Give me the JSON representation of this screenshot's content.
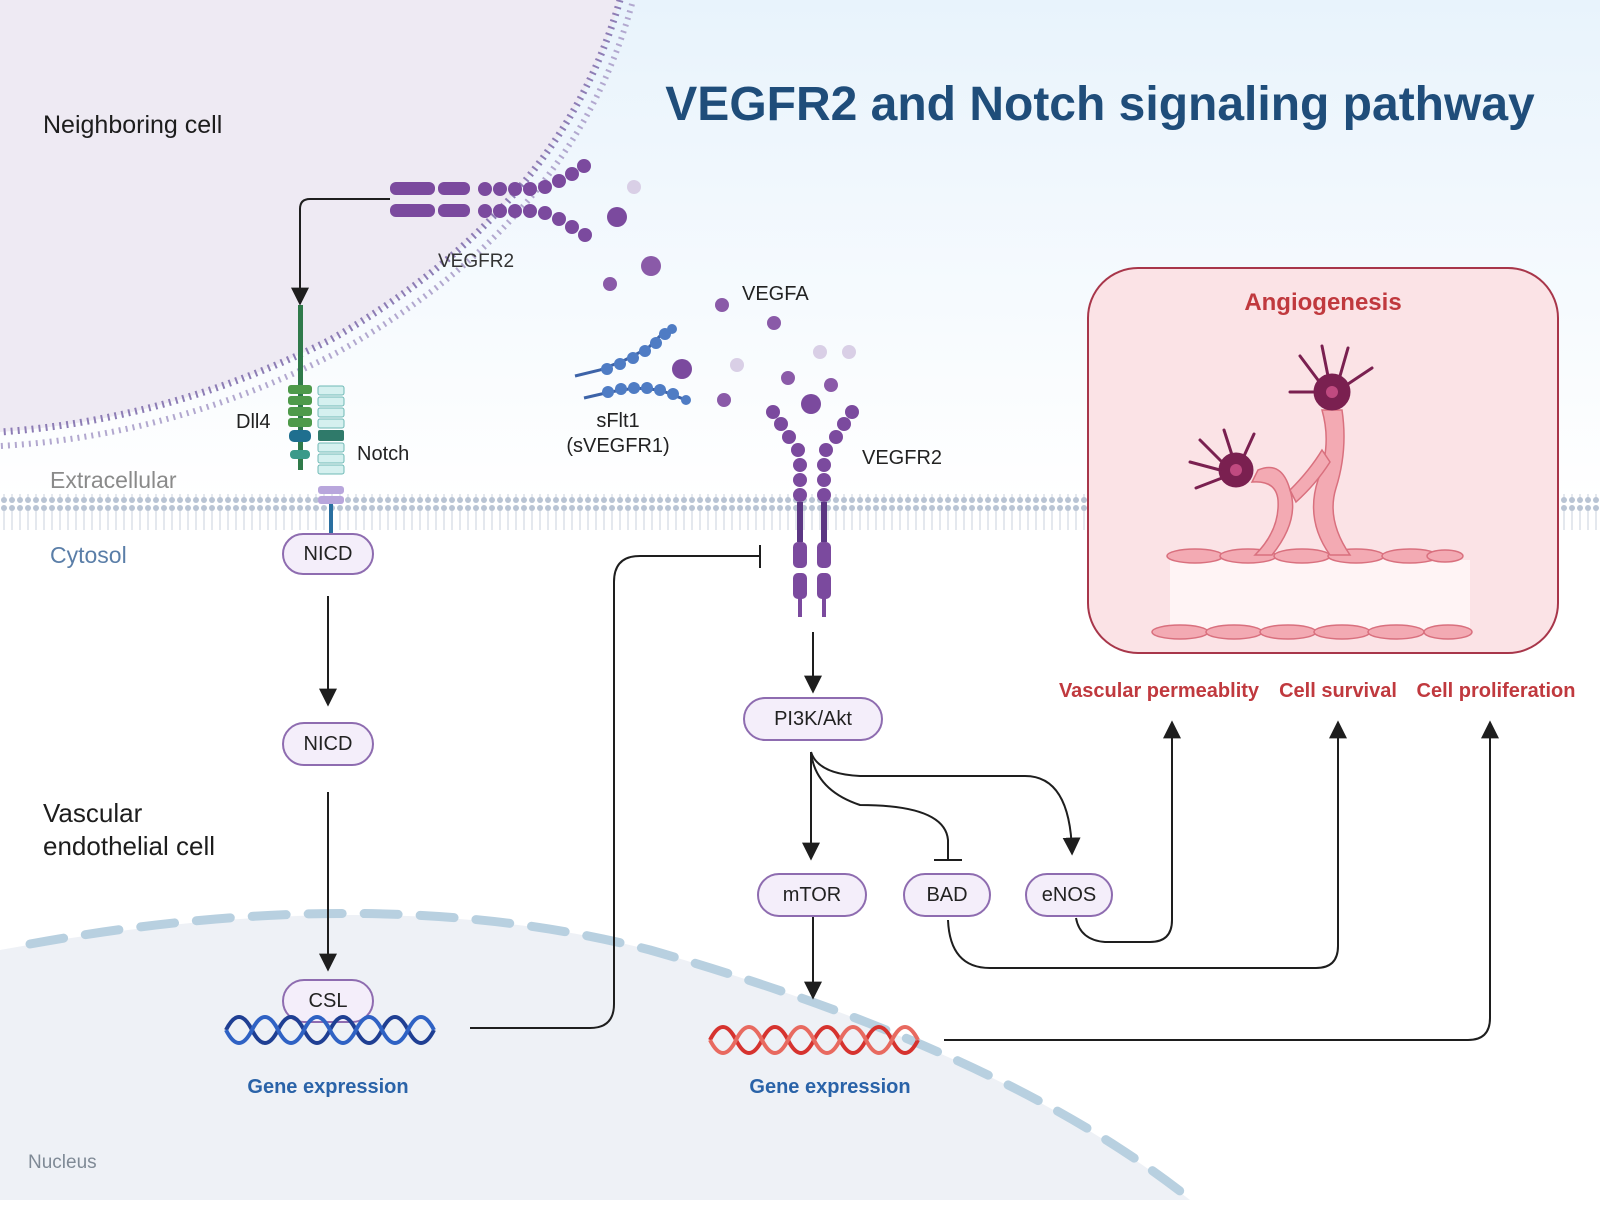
{
  "title": "VEGFR2 and Notch signaling pathway",
  "regions": {
    "neighboring_cell": "Neighboring cell",
    "extracellular": "Extracellular",
    "cytosol": "Cytosol",
    "vascular_line1": "Vascular",
    "vascular_line2": "endothelial cell",
    "nucleus": "Nucleus"
  },
  "labels": {
    "vegfr2_top": "VEGFR2",
    "vegfa": "VEGFA",
    "sflt1_line1": "sFlt1",
    "sflt1_line2": "(sVEGFR1)",
    "vegfr2_membrane": "VEGFR2",
    "dll4": "Dll4",
    "notch": "Notch"
  },
  "nodes": {
    "nicd_top": "NICD",
    "nicd_mid": "NICD",
    "csl": "CSL",
    "pi3k": "PI3K/Akt",
    "mtor": "mTOR",
    "bad": "BAD",
    "enos": "eNOS"
  },
  "gene_expression": {
    "left": "Gene expression",
    "right": "Gene expression"
  },
  "angiogenesis": {
    "title": "Angiogenesis"
  },
  "outcomes": {
    "permeability": "Vascular permeablity",
    "survival": "Cell survival",
    "proliferation": "Cell proliferation"
  },
  "colors": {
    "title": "#1f4d7a",
    "receptor": "#7b4a9e",
    "ligand_dot": "#8a5aa8",
    "sflt1": "#4f7cc4",
    "dll4": "#4e9a4a",
    "notch": "#aee0df",
    "node_fill": "#f4eefa",
    "node_stroke": "#8e6cb0",
    "dna_blue": "#1f3f93",
    "dna_red": "#d6332f",
    "angio_fill": "#fbe3e6",
    "angio_stroke": "#a8364a",
    "outcome": "#c0393e"
  }
}
